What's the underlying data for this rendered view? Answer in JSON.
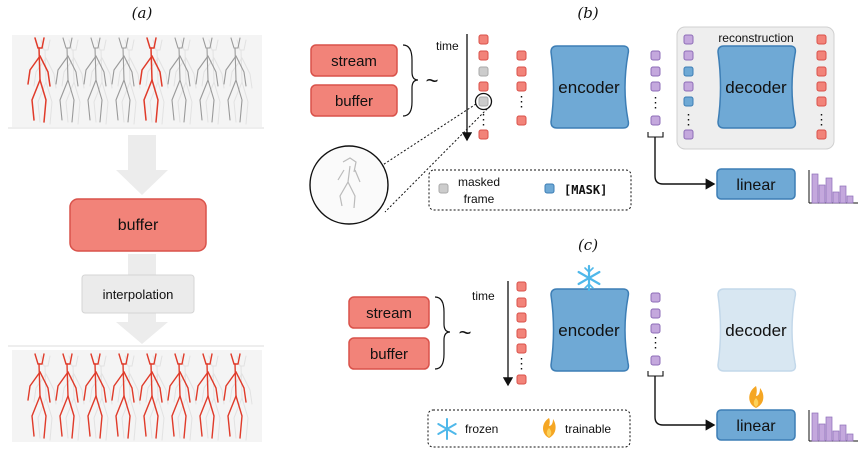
{
  "panels": {
    "a": "(a)",
    "b": "(b)",
    "c": "(c)"
  },
  "left": {
    "buffer": "buffer",
    "interpolation": "interpolation"
  },
  "b": {
    "stream": "stream",
    "buffer": "buffer",
    "tilde": "~",
    "time": "time",
    "encoder": "encoder",
    "decoder": "decoder",
    "reconstruction": "reconstruction",
    "linear": "linear",
    "legend": {
      "masked_line1": "masked",
      "masked_line2": "frame",
      "mask_token": "[MASK]"
    }
  },
  "c": {
    "stream": "stream",
    "buffer": "buffer",
    "tilde": "~",
    "time": "time",
    "encoder": "encoder",
    "decoder": "decoder",
    "linear": "linear",
    "legend": {
      "frozen": "frozen",
      "trainable": "trainable"
    }
  },
  "colors": {
    "red": "#f28379",
    "red_border": "#d9524a",
    "blue": "#6fa9d5",
    "blue_border": "#3d7eb5",
    "purple": "#c4a8dd",
    "purple_border": "#8e6db8",
    "gray_token": "#cccccc",
    "panel_gray": "#eeeeee",
    "frozen_icon": "#4fb8ea",
    "trainable_icon": "#f5a623",
    "skeleton_red": "#e03b2a"
  },
  "icons": [
    "snowflake-icon",
    "flame-icon",
    "histogram-icon",
    "magnifier-circle-icon"
  ]
}
